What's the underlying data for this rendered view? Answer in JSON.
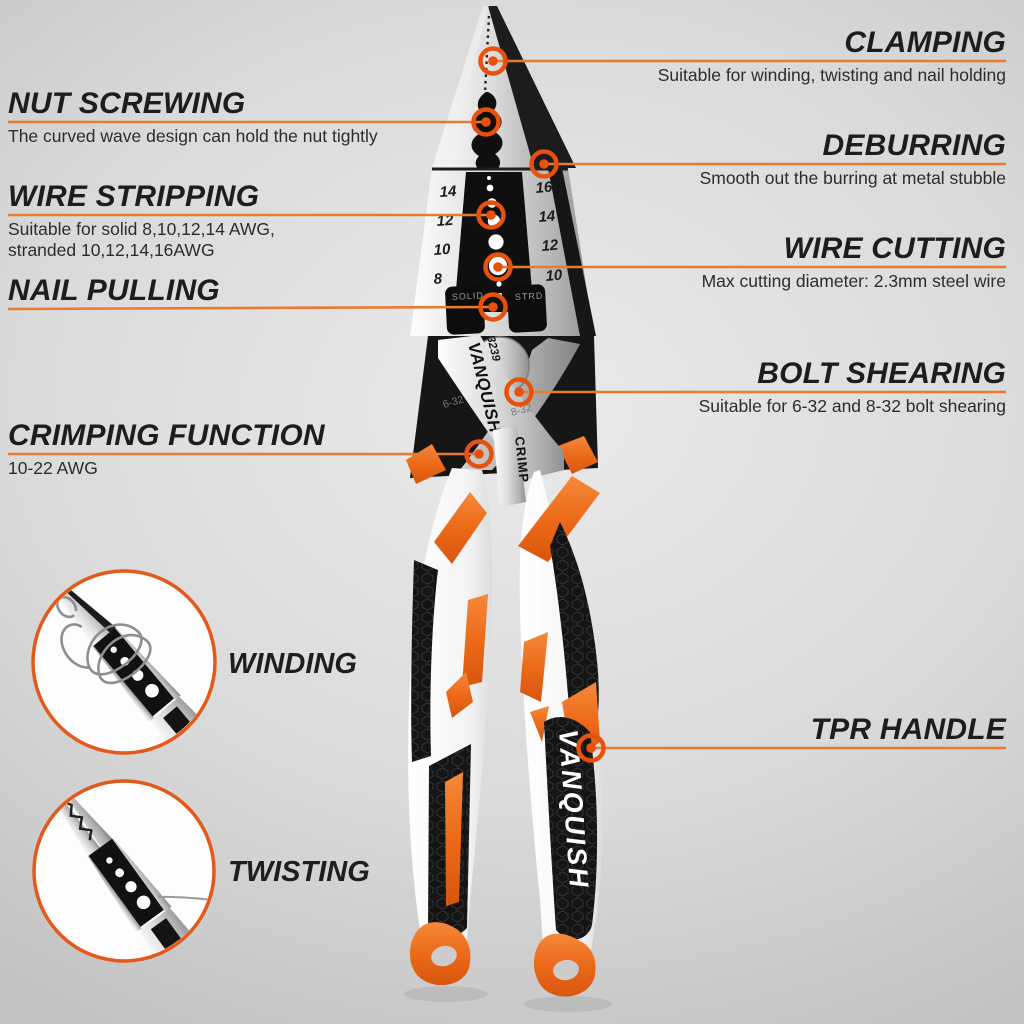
{
  "callouts": [
    {
      "id": "clamping",
      "side": "right",
      "title": "CLAMPING",
      "subtitle": "Suitable for winding, twisting and nail holding"
    },
    {
      "id": "nut-screwing",
      "side": "left",
      "title": "NUT SCREWING",
      "subtitle": "The curved wave design can hold the nut tightly"
    },
    {
      "id": "deburring",
      "side": "right",
      "title": "DEBURRING",
      "subtitle": "Smooth out the burring at metal stubble"
    },
    {
      "id": "wire-stripping",
      "side": "left",
      "title": "WIRE STRIPPING",
      "subtitle_line1": "Suitable for solid 8,10,12,14 AWG,",
      "subtitle_line2": "stranded 10,12,14,16AWG"
    },
    {
      "id": "wire-cutting",
      "side": "right",
      "title": "WIRE CUTTING",
      "subtitle": "Max cutting diameter: 2.3mm steel wire"
    },
    {
      "id": "nail-pulling",
      "side": "left",
      "title": "NAIL PULLING",
      "subtitle": ""
    },
    {
      "id": "bolt-shearing",
      "side": "right",
      "title": "BOLT SHEARING",
      "subtitle": "Suitable for 6-32 and 8-32 bolt shearing"
    },
    {
      "id": "crimping",
      "side": "left",
      "title": "CRIMPING FUNCTION",
      "subtitle": "10-22 AWG"
    },
    {
      "id": "tpr-handle",
      "side": "right",
      "title": "TPR HANDLE",
      "subtitle": ""
    }
  ],
  "insets": [
    {
      "label": "WINDING"
    },
    {
      "label": "TWISTING"
    }
  ],
  "tool_markings": {
    "left_jaw_gauges": [
      "14",
      "12",
      "10",
      "8"
    ],
    "right_jaw_gauges": [
      "16",
      "14",
      "12",
      "10"
    ],
    "solid_label": "SOLID",
    "stranded_label": "STRD",
    "model_number": "3239",
    "brand": "VANQUISH",
    "bolt_size_small": "6-32",
    "bolt_size_large": "8-32",
    "crimp_label": "CRIMP",
    "handle_brand": "VANQUISH"
  },
  "colors": {
    "accent_orange": "#e8500e",
    "line_orange": "#e87a33",
    "handle_orange": "#ec6a18",
    "title_text": "#1d1d1d",
    "body_text": "#2c2c2c"
  }
}
